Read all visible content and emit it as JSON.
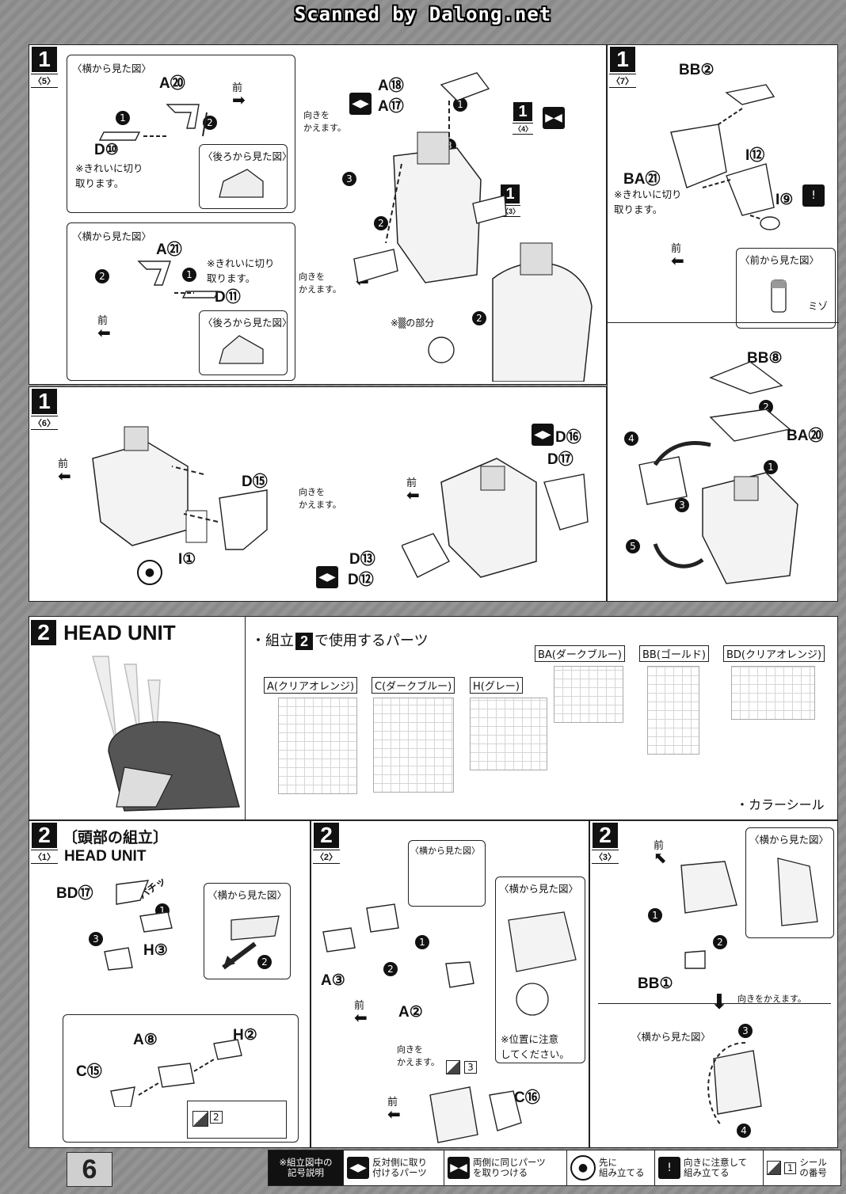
{
  "banner": "Scanned by Dalong.net",
  "page_number": "6",
  "common": {
    "side_view": "〈横から見た図〉",
    "back_view": "〈後ろから見た図〉",
    "front_view": "〈前から見た図〉",
    "front": "前",
    "change_direction": "向きを\nかえます。",
    "change_direction_inline": "向きをかえます。",
    "cut_clean": "※きれいに切り\n取ります。",
    "groove": "ミゾ",
    "part_area": "※▒の部分",
    "mind_position": "※位置に注意\nしてください。",
    "snap": "パチッ"
  },
  "step_1_5": {
    "num": "1",
    "sub": "〈5〉",
    "parts": [
      "A⑳",
      "D⑩",
      "A⑱",
      "A⑰",
      "A㉑",
      "D⑪"
    ],
    "ref_step": "1",
    "ref_sub": "〈4〉",
    "ref_step2": "1",
    "ref_sub2": "〈3〉",
    "markers": [
      "1",
      "2",
      "3"
    ]
  },
  "step_1_6": {
    "num": "1",
    "sub": "〈6〉",
    "parts": [
      "D⑮",
      "I①",
      "D⑯",
      "D⑰",
      "D⑬",
      "D⑫"
    ]
  },
  "step_1_7": {
    "num": "1",
    "sub": "〈7〉",
    "parts": [
      "BB②",
      "I⑫",
      "BA㉑",
      "I⑨",
      "BB⑧",
      "BA⑳"
    ],
    "markers": [
      "1",
      "2",
      "3",
      "4",
      "5"
    ]
  },
  "head_unit": {
    "num": "2",
    "title": "HEAD UNIT",
    "parts_used_prefix": "・組立",
    "parts_used_num": "2",
    "parts_used_suffix": "で使用するパーツ",
    "runners": [
      {
        "label": "A(クリアオレンジ)"
      },
      {
        "label": "C(ダークブルー)"
      },
      {
        "label": "H(グレー)"
      },
      {
        "label": "BA(ダークブルー)"
      },
      {
        "label": "BB(ゴールド)"
      },
      {
        "label": "BD(クリアオレンジ)"
      }
    ],
    "color_seal": "・カラーシール"
  },
  "step_2_1": {
    "num": "2",
    "sub": "〈1〉",
    "title": "〔頭部の組立〕",
    "subtitle": "HEAD UNIT",
    "parts": [
      "BD⑰",
      "H③",
      "A⑧",
      "H②",
      "C⑮"
    ],
    "seal": "2"
  },
  "step_2_2": {
    "num": "2",
    "sub": "〈2〉",
    "parts": [
      "A③",
      "A②",
      "C⑯"
    ],
    "seal": "3"
  },
  "step_2_3": {
    "num": "2",
    "sub": "〈3〉",
    "parts": [
      "BB①"
    ]
  },
  "legend": {
    "head": "※組立図中の\n記号説明",
    "items": [
      {
        "icon": "◀▶",
        "text": "反対側に取り\n付けるパーツ"
      },
      {
        "icon": "▶◀",
        "text": "両側に同じパーツ\nを取りつける"
      },
      {
        "icon": "●",
        "text": "先に\n組み立てる"
      },
      {
        "icon": "!",
        "text": "向きに注意して\n組み立てる"
      },
      {
        "icon": "1",
        "text": "シール\nの番号"
      }
    ]
  }
}
